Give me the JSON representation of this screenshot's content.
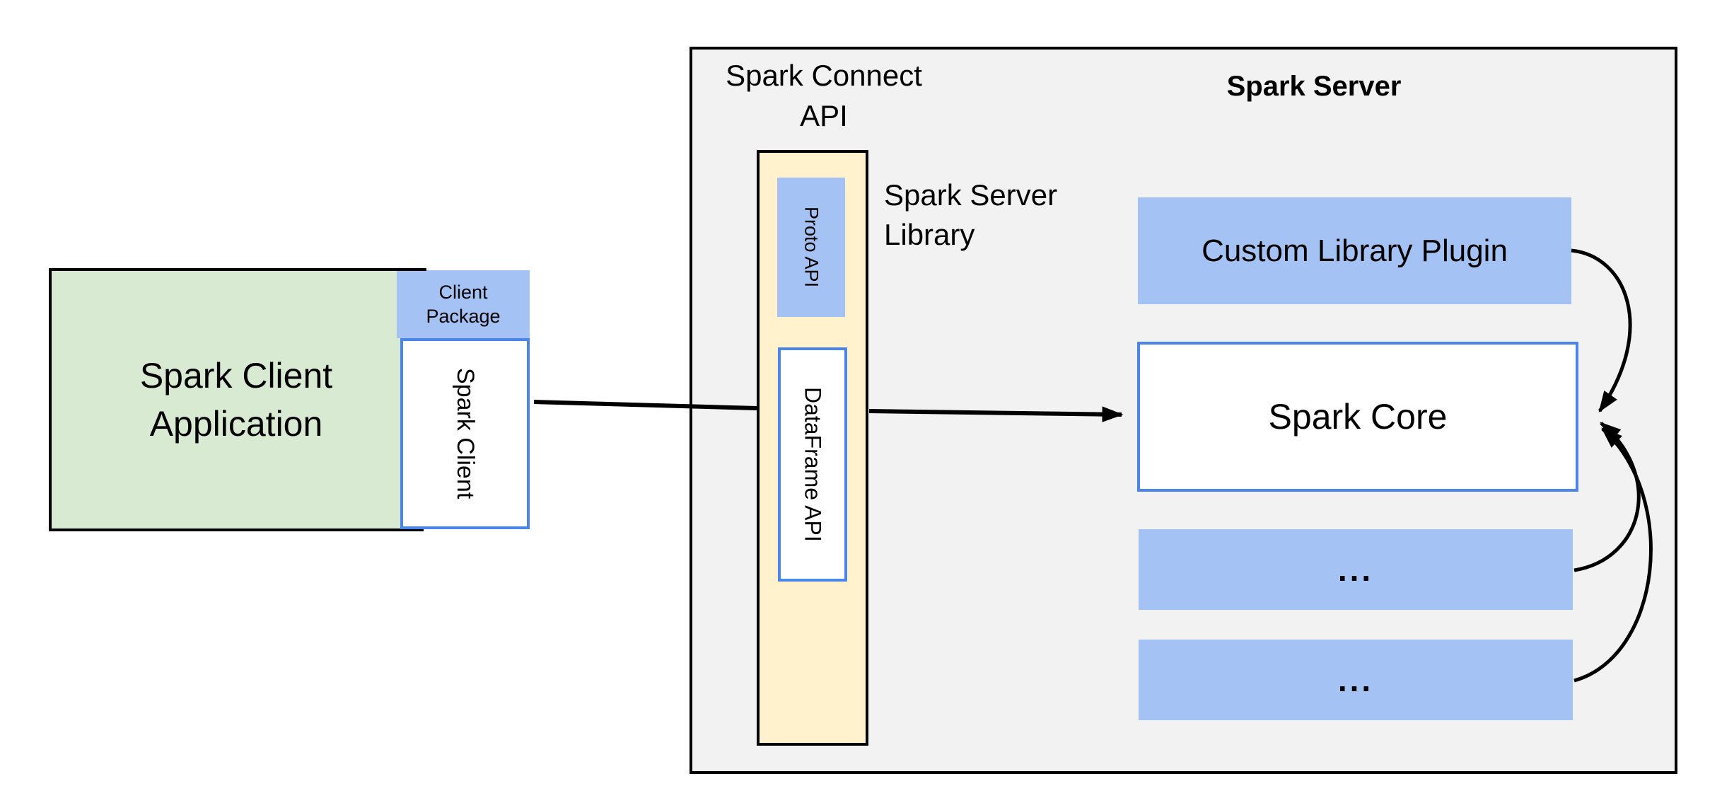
{
  "client": {
    "app_label": "Spark Client Application",
    "package_label_line1": "Client",
    "package_label_line2": "Package",
    "client_label": "Spark Client"
  },
  "connect": {
    "title_line1": "Spark Connect",
    "title_line2": "API",
    "proto_label": "Proto API",
    "dataframe_label": "DataFrame API",
    "library_label_line1": "Spark Server",
    "library_label_line2": "Library"
  },
  "server": {
    "title": "Spark Server",
    "plugin_label": "Custom Library Plugin",
    "core_label": "Spark Core",
    "extension1_label": "...",
    "extension2_label": "..."
  },
  "colors": {
    "client_app_fill": "#d9ead3",
    "accent_blue_fill": "#a4c2f4",
    "api_column_fill": "#fff2cc",
    "server_container_fill": "#f2f2f2",
    "blue_border": "#4a86e8",
    "black_border": "#000000"
  }
}
